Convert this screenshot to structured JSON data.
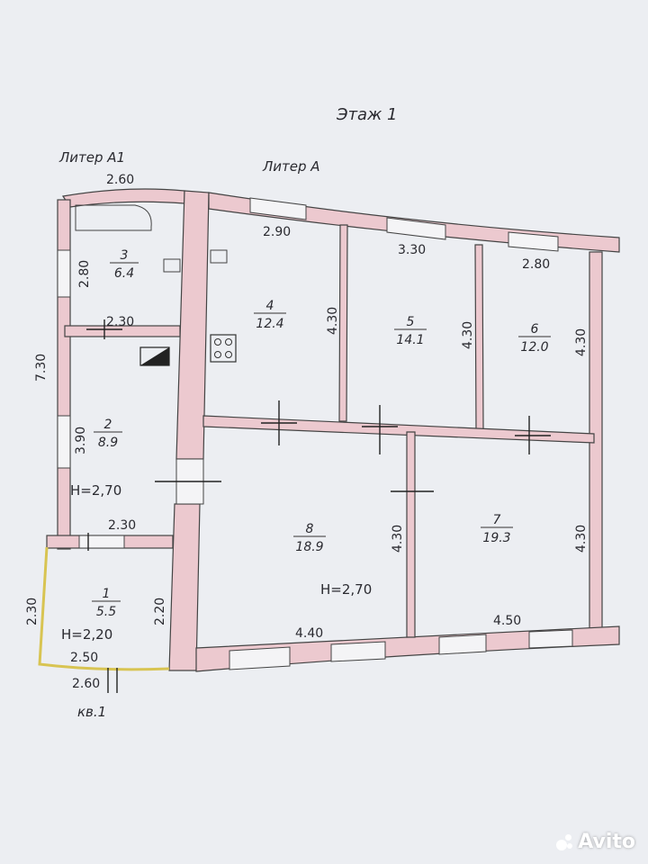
{
  "header": {
    "floor": "Этаж 1"
  },
  "liters": {
    "a1": "Литер А1",
    "a": "Литер А"
  },
  "rooms": [
    {
      "num": "3",
      "area": "6.4"
    },
    {
      "num": "2",
      "area": "8.9"
    },
    {
      "num": "1",
      "area": "5.5"
    },
    {
      "num": "4",
      "area": "12.4"
    },
    {
      "num": "5",
      "area": "14.1"
    },
    {
      "num": "6",
      "area": "12.0"
    },
    {
      "num": "8",
      "area": "18.9"
    },
    {
      "num": "7",
      "area": "19.3"
    }
  ],
  "dims": {
    "top_a1": "2.60",
    "r3_height": "2.80",
    "r3_width": "2.30",
    "total_left": "7.30",
    "r2_height": "3.90",
    "r2_width": "2.30",
    "r1_left": "2.30",
    "r1_right": "2.20",
    "r1_width_in": "2.50",
    "r1_width_out": "2.60",
    "r4_top": "2.90",
    "r4_right": "4.30",
    "r5_top": "3.30",
    "r5_right": "4.30",
    "r6_top": "2.80",
    "r6_right": "4.30",
    "r8_right": "4.30",
    "r8_bottom": "4.40",
    "r7_right": "4.30",
    "r7_bottom": "4.50"
  },
  "heights": {
    "r2": "H=2,70",
    "r8": "H=2,70",
    "r1": "H=2,20"
  },
  "apartment": "кв.1",
  "watermark": "Avito",
  "colors": {
    "wall_fill": "#ecc9cf",
    "background": "#eceef2",
    "line": "#444444"
  }
}
